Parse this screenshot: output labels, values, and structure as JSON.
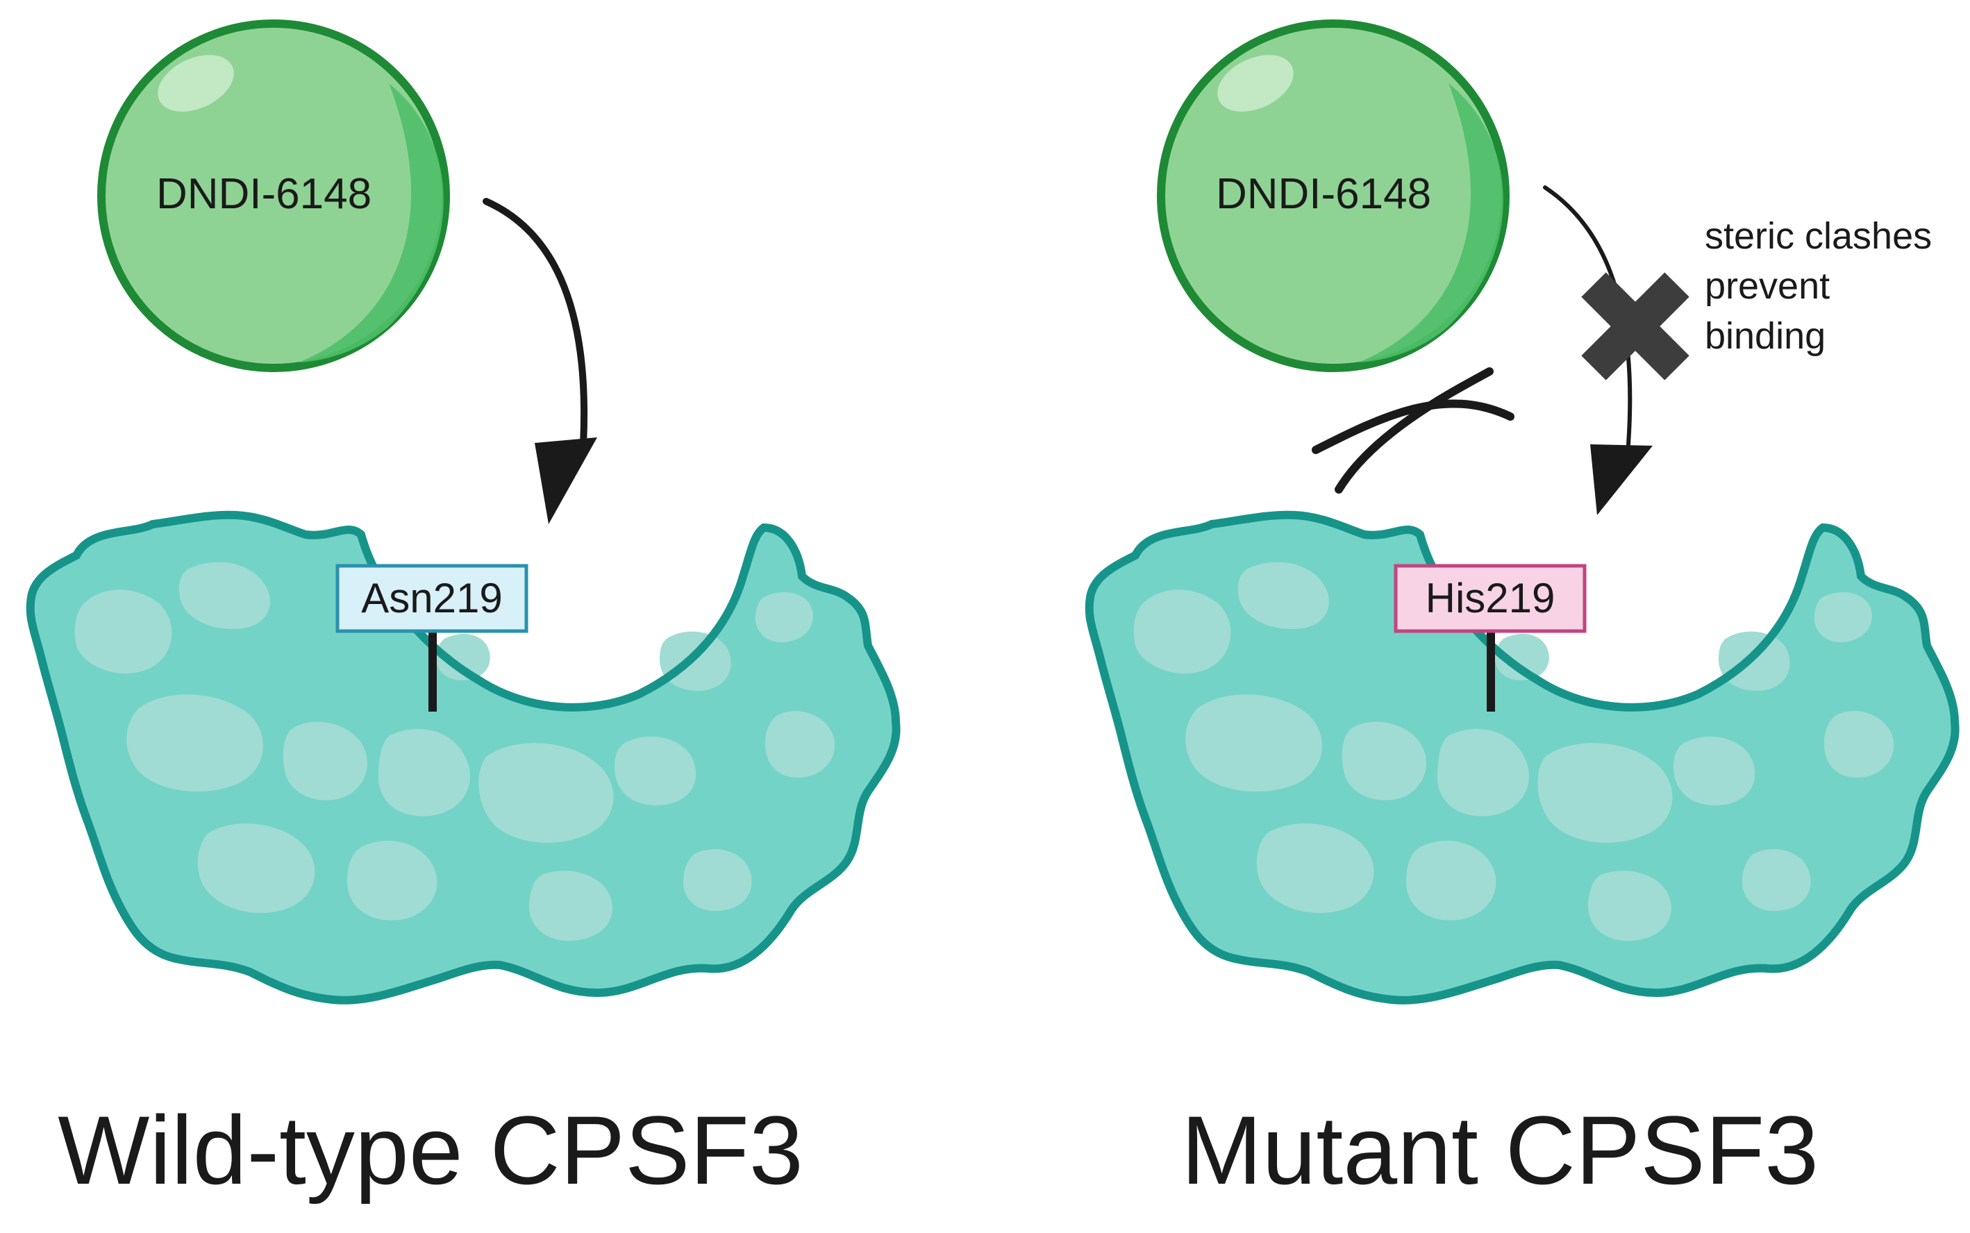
{
  "panels": {
    "left": {
      "drug_label": "DNDI-6148",
      "residue_label": "Asn219",
      "caption": "Wild-type CPSF3"
    },
    "right": {
      "drug_label": "DNDI-6148",
      "residue_label": "His219",
      "caption": "Mutant CPSF3",
      "annotation": {
        "line1": "steric clashes",
        "line2": "prevent",
        "line3": "binding"
      }
    }
  },
  "colors": {
    "drug_fill": "#8fd394",
    "drug_stroke": "#1e8a35",
    "drug_highlight": "#c2e8c4",
    "drug_shade": "#4fbf6a",
    "protein_fill": "#74d3c7",
    "protein_patch": "#a0dcd3",
    "protein_stroke": "#17948a",
    "wt_label_fill": "#d8f0f7",
    "wt_label_stroke": "#2a91ad",
    "mut_label_fill": "#f8d3e5",
    "mut_label_stroke": "#c2457f",
    "arrow": "#1a1a1a",
    "cross": "#3d3d3d"
  },
  "icons": {
    "block_mark": "cross-icon",
    "clash_mark": "steric-clash-icon"
  }
}
